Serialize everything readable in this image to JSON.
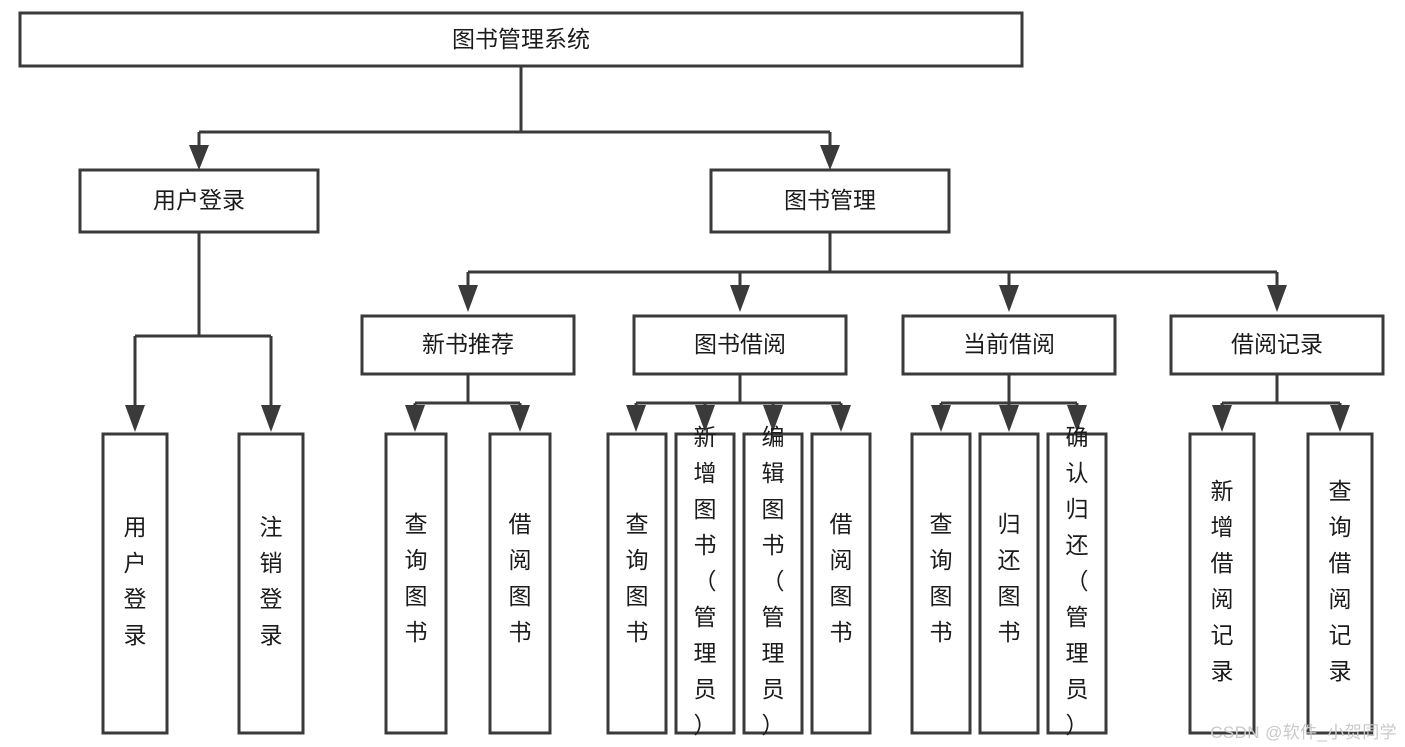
{
  "diagram": {
    "title": "图书管理系统",
    "type": "tree",
    "watermark": "CSDN @软件_小贺同学",
    "colors": {
      "box_stroke": "#3a3a3a",
      "box_fill": "#ffffff",
      "text": "#1b1b1b",
      "connector": "#3a3a3a",
      "watermark": "#c9c9c9",
      "background": "#ffffff"
    },
    "root": {
      "label": "图书管理系统"
    },
    "level2": [
      {
        "label": "用户登录"
      },
      {
        "label": "图书管理"
      },
      {
        "label": "新书推荐"
      },
      {
        "label": "图书借阅"
      },
      {
        "label": "当前借阅"
      },
      {
        "label": "借阅记录"
      }
    ],
    "leaves": [
      {
        "label": "用户登录"
      },
      {
        "label": "注销登录"
      },
      {
        "label": "查询图书"
      },
      {
        "label": "借阅图书"
      },
      {
        "label": "查询图书"
      },
      {
        "label": "新增图书（管理员）"
      },
      {
        "label": "编辑图书（管理员）"
      },
      {
        "label": "借阅图书"
      },
      {
        "label": "查询图书"
      },
      {
        "label": "归还图书"
      },
      {
        "label": "确认归还（管理员）"
      },
      {
        "label": "新增借阅记录"
      },
      {
        "label": "查询借阅记录"
      }
    ]
  }
}
